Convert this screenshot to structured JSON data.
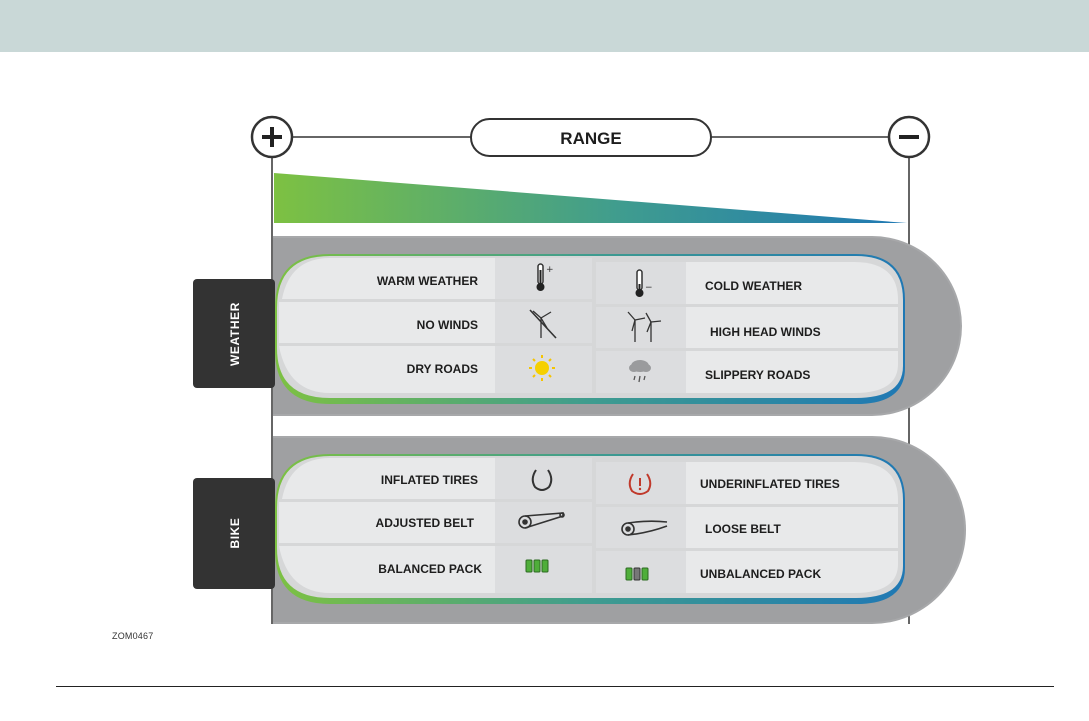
{
  "header": {
    "background": "#c9d8d7"
  },
  "range": {
    "title": "RANGE",
    "plus_symbol": "+",
    "minus_symbol": "−"
  },
  "weather": {
    "title": "WEATHER",
    "left_items": [
      "WARM WEATHER",
      "NO WINDS",
      "DRY ROADS"
    ],
    "right_items": [
      "COLD WEATHER",
      "HIGH HEAD WINDS",
      "SLIPPERY ROADS"
    ],
    "left_icons": [
      "thermometer-warm-icon",
      "no-wind-icon",
      "sun-icon"
    ],
    "right_icons": [
      "thermometer-cold-icon",
      "wind-turbine-icon",
      "rain-cloud-icon"
    ]
  },
  "bike": {
    "title": "BIKE",
    "left_items": [
      "INFLATED TIRES",
      "ADJUSTED BELT",
      "BALANCED PACK"
    ],
    "right_items": [
      "UNDERINFLATED TIRES",
      "LOOSE BELT",
      "UNBALANCED PACK"
    ],
    "left_icons": [
      "tire-icon",
      "belt-icon",
      "battery-pack-icon"
    ],
    "right_icons": [
      "tire-warning-icon",
      "loose-belt-icon",
      "unbalanced-pack-icon"
    ]
  },
  "colors": {
    "green": "#7dc142",
    "blue": "#1f78b4",
    "dark": "#333333",
    "panel": "#a7a8aa",
    "row": "#e7e8e9"
  },
  "footer": {
    "code": "ZOM0467"
  }
}
